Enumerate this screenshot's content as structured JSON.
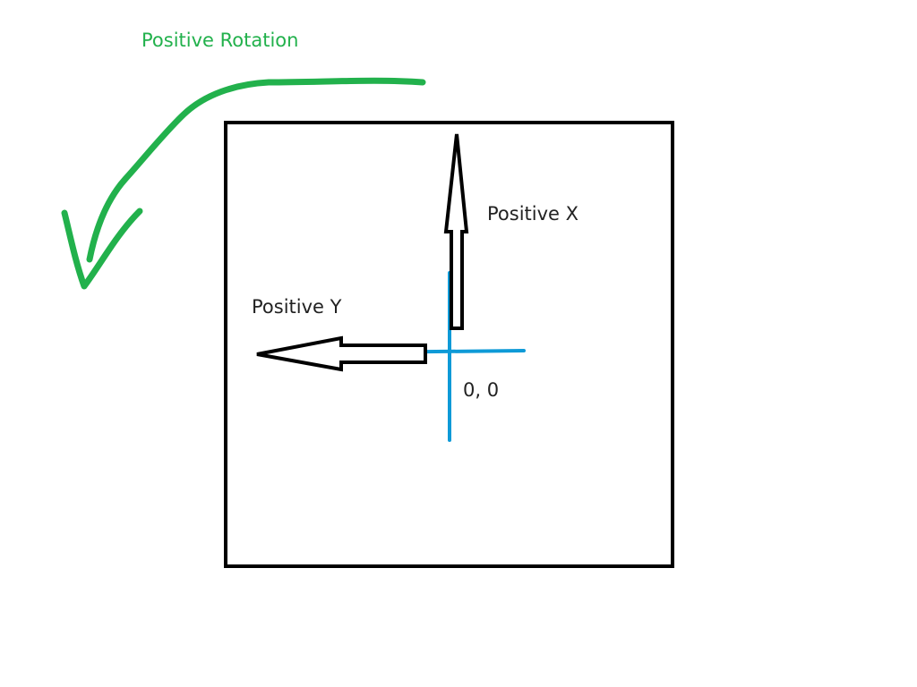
{
  "labels": {
    "rotation": "Positive Rotation",
    "positive_x": "Positive X",
    "positive_y": "Positive Y",
    "origin": "0, 0"
  },
  "colors": {
    "rotation": "#22b14c",
    "axes": "#0e9ad7",
    "outline": "#000000",
    "text": "#222222",
    "background": "#ffffff"
  },
  "icons": {
    "rotation_arrow": "curved-arrow-icon",
    "x_arrow": "arrow-up-icon",
    "y_arrow": "arrow-left-icon"
  }
}
